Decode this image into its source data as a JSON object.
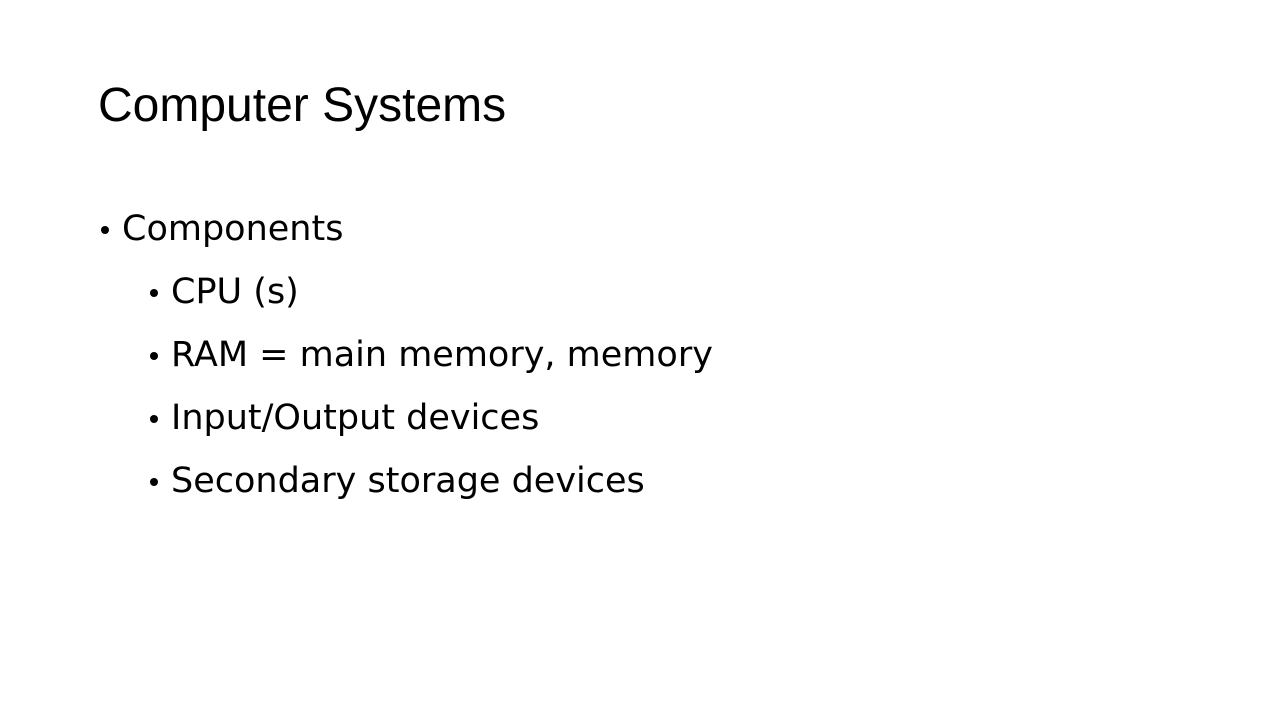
{
  "slide": {
    "title": "Computer Systems",
    "bullets": [
      {
        "text": "Components",
        "level": 1
      },
      {
        "text": "CPU (s)",
        "level": 2
      },
      {
        "text": "RAM = main memory, memory",
        "level": 2
      },
      {
        "text": "Input/Output devices",
        "level": 2
      },
      {
        "text": "Secondary storage devices",
        "level": 2
      }
    ]
  }
}
